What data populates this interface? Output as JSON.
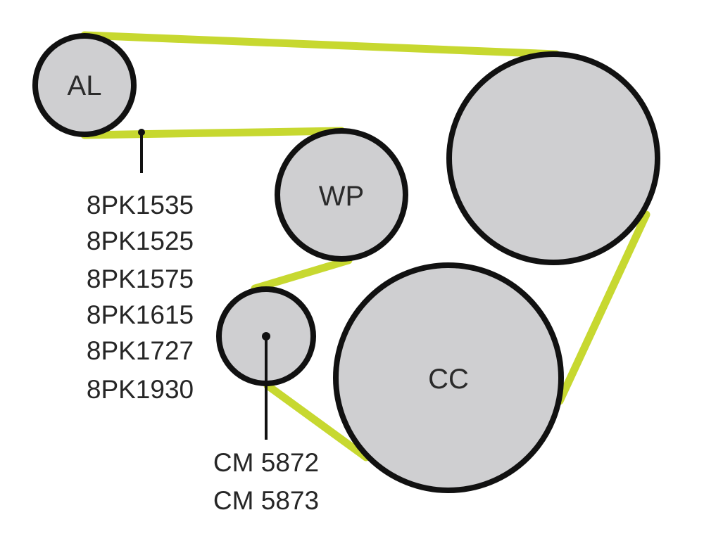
{
  "colors": {
    "belt": "#c7d830",
    "pulley_fill": "#cfcfd1",
    "outline": "#111111",
    "text": "#262626"
  },
  "pulleys": {
    "al": {
      "label": "AL"
    },
    "wp": {
      "label": "WP"
    },
    "cc": {
      "label": "CC"
    },
    "unlabeled_large": {
      "label": ""
    },
    "tensioner": {
      "label": ""
    }
  },
  "belt_part_numbers": [
    "8PK1535",
    "8PK1525",
    "8PK1575",
    "8PK1615",
    "8PK1727",
    "8PK1930"
  ],
  "tensioner_part_numbers": [
    "CM 5872",
    "CM 5873"
  ]
}
